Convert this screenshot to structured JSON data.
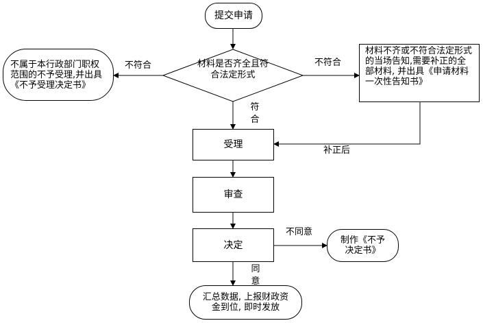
{
  "nodes": {
    "submit": "提交申请",
    "reject_scope": "不属于本行政部门职权范围的不予受理,并出具《不予受理决定书》",
    "check": "材料是否齐全且符合法定形式",
    "notify": "材料不齐或不符合法定形式的当场告知,需要补正的全部材料, 并出具《申请材料一次性告知书》",
    "accept": "受理",
    "review": "审查",
    "decide": "决定",
    "deny_doc": "制作《不予决定书》",
    "finish": "汇总数据, 上报财政资金到位, 即时发放"
  },
  "edges": {
    "left_noncompliant": "不符合",
    "right_noncompliant": "不符合",
    "compliant": "符合",
    "after_correction": "补正后",
    "disagree": "不同意",
    "agree": "同意"
  }
}
